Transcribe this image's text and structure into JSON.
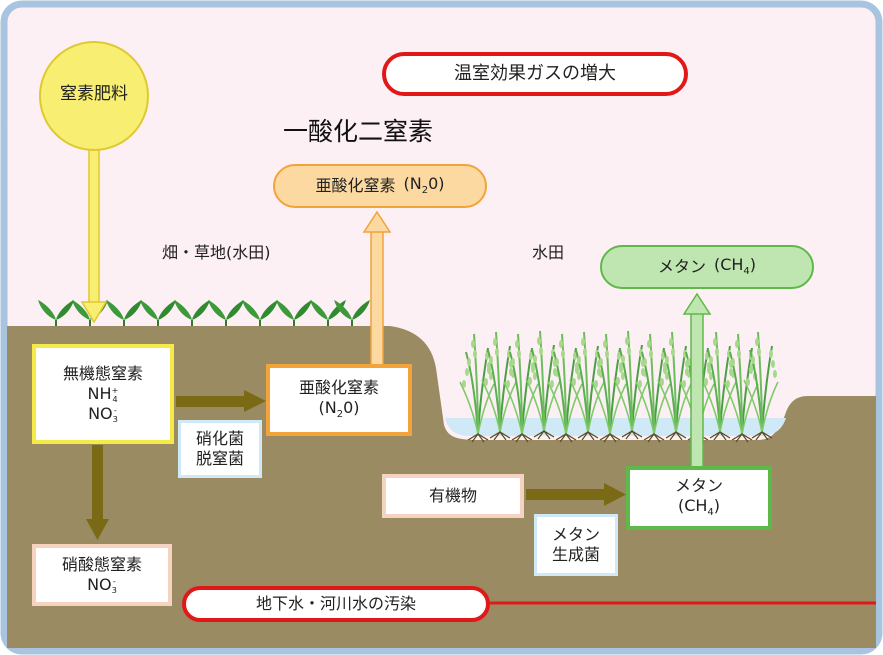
{
  "title_top": "温室効果ガスの増大",
  "annotation": "一酸化二窒素",
  "fertilizer": "窒素肥料",
  "field_label": "畑・草地(水田)",
  "paddy_label": "水田",
  "n2o_air": {
    "name": "亜酸化窒素",
    "formula_pre": "(N",
    "sub": "2",
    "formula_post": "0)"
  },
  "methane_air": {
    "name": "メタン",
    "formula_pre": "(CH",
    "sub": "4",
    "formula_post": ")"
  },
  "inorganic_n": {
    "name": "無機態窒素",
    "nh": "NH",
    "nh_sub": "4",
    "nh_sup": "+",
    "no": "NO",
    "no_sub": "3",
    "no_sup": "-"
  },
  "n2o_soil": {
    "name": "亜酸化窒素",
    "formula_pre": "(N",
    "sub": "2",
    "formula_post": "0)"
  },
  "bacteria_n": [
    "硝化菌",
    "脱窒菌"
  ],
  "nitrate_n": {
    "name": "硝酸態窒素",
    "no": "NO",
    "no_sub": "3",
    "no_sup": "-"
  },
  "organic": "有機物",
  "methane_soil": {
    "name": "メタン",
    "formula_pre": "(CH",
    "sub": "4",
    "formula_post": ")"
  },
  "bacteria_m": [
    "メタン",
    "生成菌"
  ],
  "pollution": "地下水・河川水の汚染",
  "colors": {
    "frame": "#a8c4e0",
    "sky": "#fdf0f4",
    "soil": "#9a8b63",
    "water": "#cfe9f7",
    "red": "#e01818",
    "orange": "#f2a33a",
    "green": "#5fb84a",
    "olive": "#7a6a16",
    "yellow": "#f7ee72"
  }
}
